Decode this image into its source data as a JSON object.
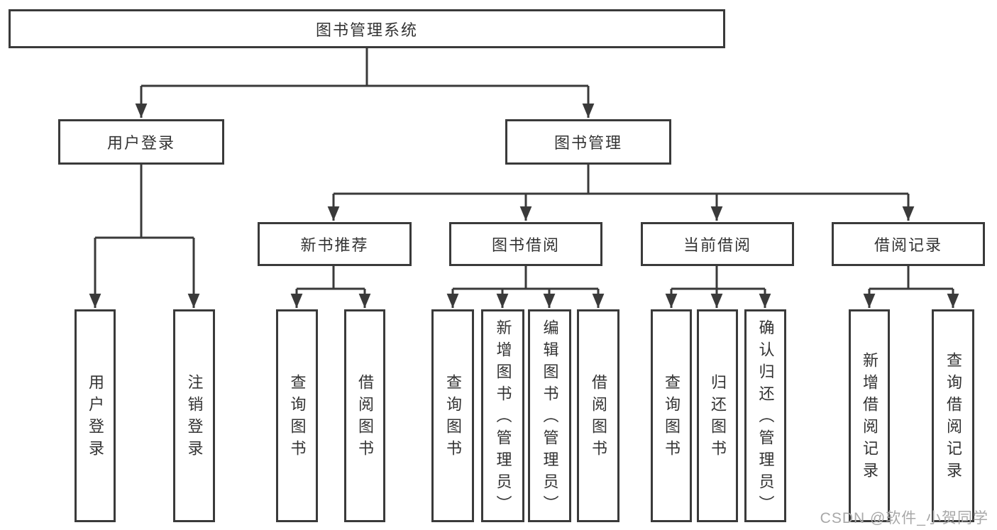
{
  "tree": {
    "label": "图书管理系统",
    "children": [
      {
        "label": "用户登录",
        "children": [
          {
            "label": "用户登录"
          },
          {
            "label": "注销登录"
          }
        ]
      },
      {
        "label": "图书管理",
        "children": [
          {
            "label": "新书推荐",
            "children": [
              {
                "label": "查询图书"
              },
              {
                "label": "借阅图书"
              }
            ]
          },
          {
            "label": "图书借阅",
            "children": [
              {
                "label": "查询图书"
              },
              {
                "label": "新增图书（管理员）"
              },
              {
                "label": "编辑图书（管理员）"
              },
              {
                "label": "借阅图书"
              }
            ]
          },
          {
            "label": "当前借阅",
            "children": [
              {
                "label": "查询图书"
              },
              {
                "label": "归还图书"
              },
              {
                "label": "确认归还（管理员）"
              }
            ]
          },
          {
            "label": "借阅记录",
            "children": [
              {
                "label": "新增借阅记录"
              },
              {
                "label": "查询借阅记录"
              }
            ]
          }
        ]
      }
    ]
  },
  "watermark": "CSDN @软件_小贺同学",
  "colors": {
    "line": "#3a3a3a",
    "text": "#333333",
    "watermark": "#a8a8a8",
    "background": "#ffffff"
  }
}
